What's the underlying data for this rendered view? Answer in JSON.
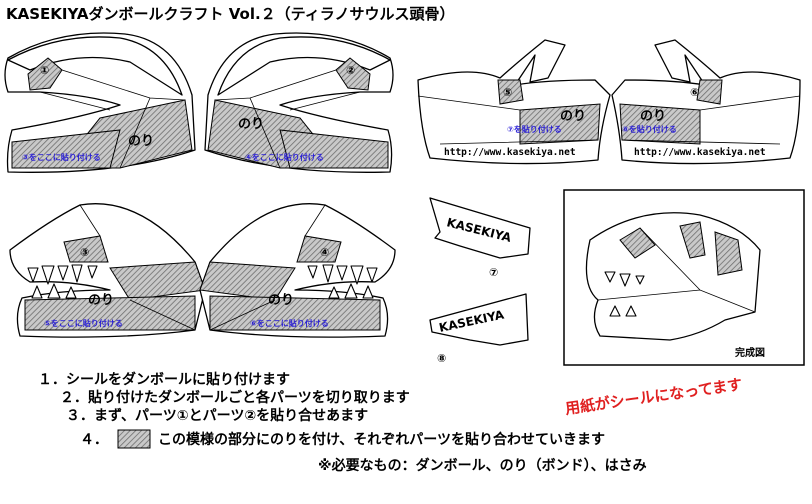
{
  "header": {
    "title": "KASEKIYAダンボールクラフト  Vol.２（ティラノサウルス頭骨）"
  },
  "pieces": {
    "p1": {
      "number": "①",
      "glue": "のり",
      "paste_label": "③をここに貼り付ける"
    },
    "p2": {
      "number": "②",
      "glue": "のり",
      "paste_label": "④をここに貼り付ける"
    },
    "p3": {
      "number": "③",
      "glue": "のり",
      "paste_label": "⑤をここに貼り付ける"
    },
    "p4": {
      "number": "④",
      "glue": "のり",
      "paste_label": "⑥をここに貼り付ける"
    },
    "p5": {
      "number": "⑤",
      "glue": "のり",
      "paste_label": "⑦を貼り付ける",
      "url": "http://www.kasekiya.net"
    },
    "p6": {
      "number": "⑥",
      "glue": "のり",
      "paste_label": "⑧を貼り付ける",
      "url": "http://www.kasekiya.net"
    },
    "p7": {
      "number": "⑦",
      "brand": "KASEKIYA"
    },
    "p8": {
      "number": "⑧",
      "brand": "KASEKIYA"
    }
  },
  "preview": {
    "caption": "完成図"
  },
  "instructions": [
    "１．シールをダンボールに貼り付けます",
    "２．貼り付けたダンボールごと各パーツを切り取ります",
    "３．まず、パーツ①とパーツ②を貼り合せあます",
    "４．",
    "この模様の部分にのりを付け、それぞれパーツを貼り合わせていきます"
  ],
  "note": "用紙がシールになってます",
  "materials": "※必要なもの：ダンボール、のり（ボンド）、はさみ",
  "colors": {
    "paste_text": "#2a1fd6",
    "note": "#e02020",
    "shade": "#9a9a9a",
    "pasteband": "#b8b8b8"
  }
}
